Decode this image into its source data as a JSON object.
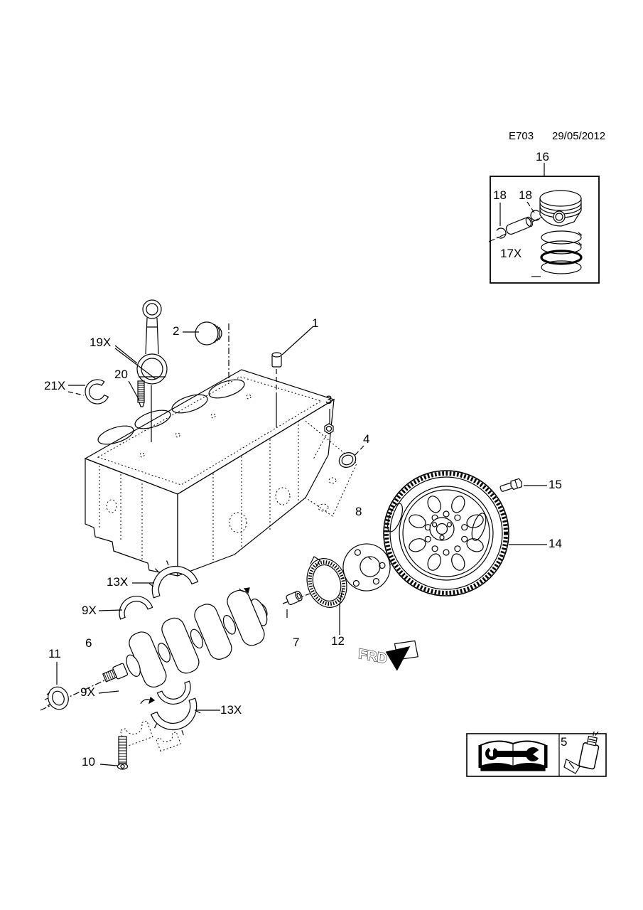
{
  "page": {
    "background": "#ffffff",
    "ink": "#000000"
  },
  "header": {
    "code": "E703",
    "date": "29/05/2012"
  },
  "direction_marker": {
    "label": "FRD"
  },
  "icons": {
    "manual": "book-wrench-icon",
    "sealant": "adhesive-bottle-icon",
    "direction": "frd-arrow-icon"
  },
  "callouts": [
    {
      "part": "piston-assembly-box",
      "label": "16"
    },
    {
      "part": "piston-pin-circlip-left",
      "label": "18"
    },
    {
      "part": "piston-pin-circlip-right",
      "label": "18"
    },
    {
      "part": "piston-ring-set",
      "label": "17X"
    },
    {
      "part": "connecting-rod-bearing",
      "label": "19X"
    },
    {
      "part": "piston",
      "label": "2"
    },
    {
      "part": "block-plug",
      "label": "1"
    },
    {
      "part": "connecting-rod-bolt",
      "label": "20"
    },
    {
      "part": "rod-bearing-shell",
      "label": "21X"
    },
    {
      "part": "nut",
      "label": "3"
    },
    {
      "part": "seal-ring",
      "label": "4"
    },
    {
      "part": "flywheel-bolt",
      "label": "15"
    },
    {
      "part": "crankshaft-bushing",
      "label": "8"
    },
    {
      "part": "flywheel",
      "label": "14"
    },
    {
      "part": "thrust-bearing-upper",
      "label": "13X"
    },
    {
      "part": "main-bearing-upper",
      "label": "9X"
    },
    {
      "part": "crankshaft",
      "label": "6"
    },
    {
      "part": "rear-oil-seal",
      "label": "7"
    },
    {
      "part": "pulse-plate",
      "label": "12"
    },
    {
      "part": "front-oil-seal",
      "label": "11"
    },
    {
      "part": "main-bearing-lower",
      "label": "9X"
    },
    {
      "part": "thrust-bearing-lower",
      "label": "13X"
    },
    {
      "part": "main-bearing-stud",
      "label": "10"
    },
    {
      "part": "sealing-compound",
      "label": "5"
    }
  ]
}
